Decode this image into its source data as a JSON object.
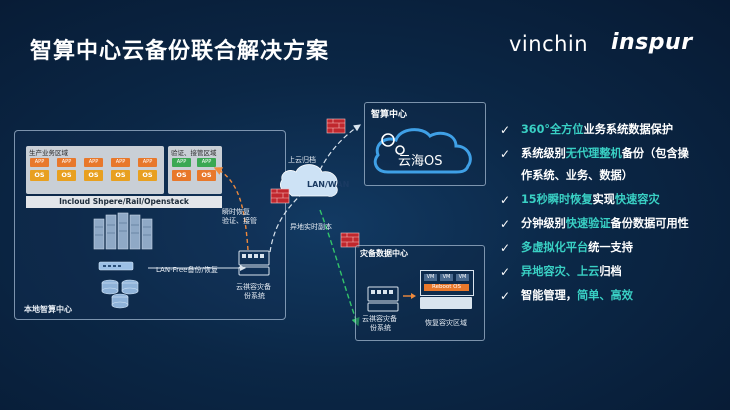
{
  "title": "智算中心云备份联合解决方案",
  "logos": {
    "vinchin": "vinchin",
    "inspur": "inspur"
  },
  "local": {
    "prod_area_label": "生产业务区域",
    "verify_area_label": "验证、接管区域",
    "app_label": "APP",
    "os_label": "OS",
    "platform_bar": "Incloud Shpere/Rail/Openstack",
    "lan_free_label": "LAN-Free备份/恢复",
    "recover_label_1": "瞬时恢复",
    "recover_label_2": "验证、接管",
    "backup_system_label_1": "云祺容灾备",
    "backup_system_label_2": "份系统",
    "panel_label": "本地智算中心"
  },
  "network": {
    "cloud_label": "LAN/WAN",
    "archive_label": "上云归档",
    "replica_label": "异地实时副本"
  },
  "smart_center": {
    "title": "智算中心",
    "os_label": "云海OS"
  },
  "dr_center": {
    "title": "灾备数据中心",
    "backup_system_label_1": "云祺容灾备",
    "backup_system_label_2": "份系统",
    "dr_area_label": "恢复容灾区域",
    "vm_label": "VM",
    "reboot_label": "Reboot OS"
  },
  "bullets": [
    {
      "pre": "",
      "hl": "360°全方位",
      "post": "业务系统数据保护"
    },
    {
      "pre": "系统级别",
      "hl": "无代理整机",
      "post": "备份（包含操"
    },
    {
      "pre": "作系统、业务、数据）",
      "hl": "",
      "post": ""
    },
    {
      "pre": "",
      "hl": "15秒瞬时恢复",
      "post": "实现",
      "hl2": "快速容灾"
    },
    {
      "pre": "分钟级别",
      "hl": "快速验证",
      "post": "备份数据可用性"
    },
    {
      "pre": "",
      "hl": "多虚拟化平台",
      "post": "统一支持"
    },
    {
      "pre": "",
      "hl": "异地容灾、上云",
      "post": "归档"
    },
    {
      "pre": "智能管理，",
      "hl": "简单、高效",
      "post": ""
    }
  ],
  "colors": {
    "accent": "#39d0c4",
    "orange": "#e8782b",
    "green": "#3aa853",
    "firewall": "#c0272d"
  }
}
